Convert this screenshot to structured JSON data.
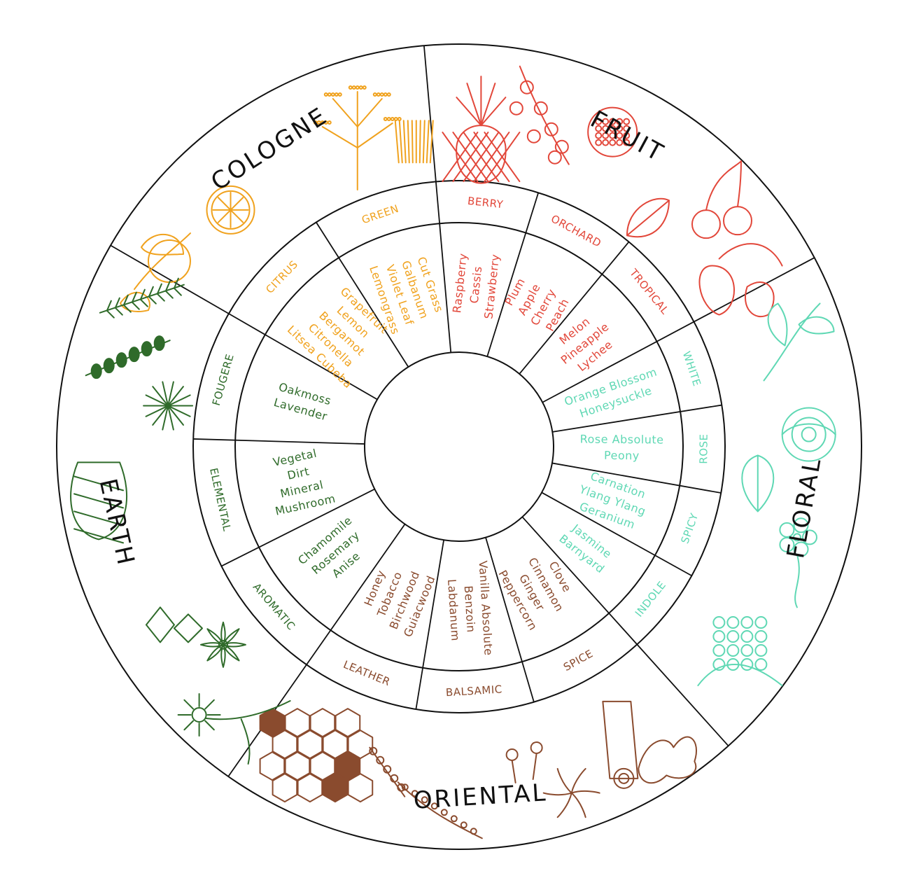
{
  "colors": {
    "cologne": "#F0A21E",
    "fruit": "#E2473A",
    "floral": "#5FD8B4",
    "oriental": "#8A4B2E",
    "earth": "#2F6B2A",
    "outline": "#111111"
  },
  "families": [
    {
      "name": "COLOGNE",
      "color": "#F0A21E",
      "start": -60,
      "end": -5,
      "icons": [
        "lemon-slice-icon",
        "lemon-branch-icon",
        "fennel-flower-icon",
        "grass-icon"
      ],
      "subfamilies": [
        {
          "name": "CITRUS",
          "notes": [
            "Grapefruit",
            "Lemon",
            "Bergamot",
            "Citronella",
            "Litsea Cubeba"
          ]
        },
        {
          "name": "GREEN",
          "notes": [
            "Cut Grass",
            "Galbanum",
            "Violet Leaf",
            "Lemongrass"
          ]
        }
      ]
    },
    {
      "name": "FRUIT",
      "color": "#E2473A",
      "start": -5,
      "end": 62,
      "icons": [
        "pineapple-icon",
        "currant-branch-icon",
        "raspberry-icon",
        "cherry-icon",
        "strawberry-icon"
      ],
      "subfamilies": [
        {
          "name": "BERRY",
          "notes": [
            "Raspberry",
            "Cassis",
            "Strawberry"
          ]
        },
        {
          "name": "ORCHARD",
          "notes": [
            "Plum",
            "Apple",
            "Cherry",
            "Peach"
          ]
        },
        {
          "name": "TROPICAL",
          "notes": [
            "Melon",
            "Pineapple",
            "Lychee"
          ]
        }
      ]
    },
    {
      "name": "FLORAL",
      "color": "#5FD8B4",
      "start": 62,
      "end": 138,
      "icons": [
        "lily-icon",
        "rose-icon",
        "jasmine-icon",
        "hydrangea-icon"
      ],
      "subfamilies": [
        {
          "name": "WHITE",
          "notes": [
            "Orange Blossom",
            "Honeysuckle"
          ]
        },
        {
          "name": "ROSE",
          "notes": [
            "Rose Absolute",
            "Peony"
          ]
        },
        {
          "name": "SPICY",
          "notes": [
            "Carnation",
            "Ylang Ylang",
            "Geranium"
          ]
        },
        {
          "name": "INDOLE",
          "notes": [
            "Jasmine",
            "Barnyard"
          ]
        }
      ]
    },
    {
      "name": "ORIENTAL",
      "color": "#8A4B2E",
      "start": 138,
      "end": 215,
      "icons": [
        "honeycomb-icon",
        "cinnamon-icon",
        "clove-icon",
        "vanilla-icon",
        "ginger-icon"
      ],
      "subfamilies": [
        {
          "name": "SPICE",
          "notes": [
            "Clove",
            "Cinnamon",
            "Ginger",
            "Peppercorn"
          ]
        },
        {
          "name": "BALSAMIC",
          "notes": [
            "Vanilla Absolute",
            "Benzoin",
            "Labdanum"
          ]
        },
        {
          "name": "LEATHER",
          "notes": [
            "Honey",
            "Tobacco",
            "Birchwood",
            "Guiacwood"
          ]
        }
      ]
    },
    {
      "name": "EARTH",
      "color": "#2F6B2A",
      "start": 215,
      "end": 300,
      "icons": [
        "rosemary-icon",
        "thyme-icon",
        "moss-icon",
        "star-anise-icon",
        "crystal-icon",
        "chamomile-icon"
      ],
      "subfamilies": [
        {
          "name": "AROMATIC",
          "notes": [
            "Chamomile",
            "Rosemary",
            "Anise"
          ]
        },
        {
          "name": "ELEMENTAL",
          "notes": [
            "Vegetal",
            "Dirt",
            "Mineral",
            "Mushroom"
          ]
        },
        {
          "name": "FOUGERE",
          "notes": [
            "Oakmoss",
            "Lavender"
          ]
        }
      ]
    }
  ]
}
